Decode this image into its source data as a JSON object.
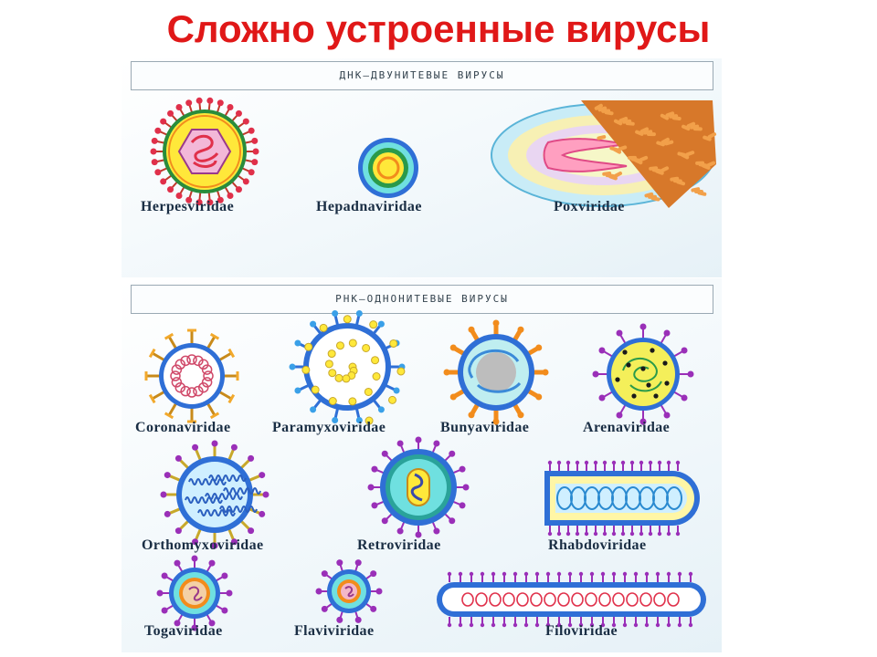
{
  "slide": {
    "title": "Сложно устроенные вирусы"
  },
  "dna_section": {
    "header": "ДНК–ДВУНИТЕВЫЕ ВИРУСЫ",
    "viruses": [
      "Herpesviridae",
      "Hepadnaviridae",
      "Poxviridae"
    ]
  },
  "rna_section": {
    "header": "РНК–ОДНОНИТЕВЫЕ ВИРУСЫ",
    "viruses": [
      "Coronaviridae",
      "Paramyxoviridae",
      "Bunyaviridae",
      "Arenaviridae",
      "Orthomyxoviridae",
      "Retroviridae",
      "Rhabdoviridae",
      "Togaviridae",
      "Flaviviridae",
      "Filoviridae"
    ]
  },
  "colors": {
    "title": "#e01818",
    "envelope": "#2f6fd6",
    "spike": "#9a2fb8",
    "capsid": "#f2e23a",
    "text": "#1a2e44"
  }
}
